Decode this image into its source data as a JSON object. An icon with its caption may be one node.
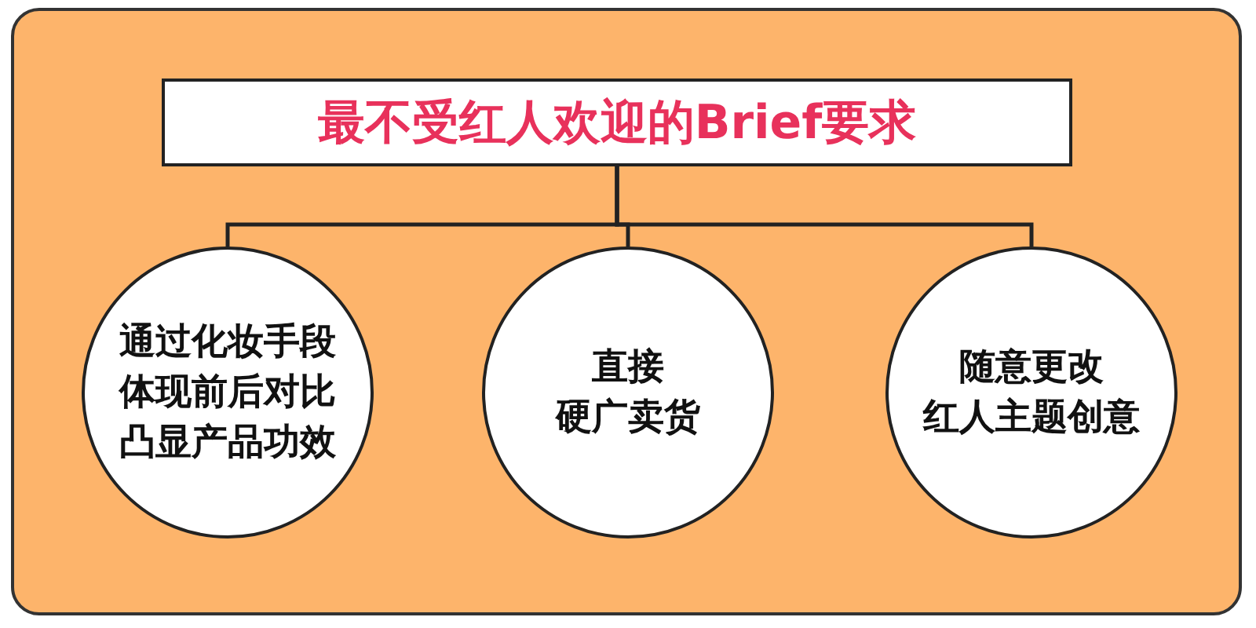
{
  "diagram": {
    "nodes": [
      {
        "text": [
          "最不受红人欢迎的Brief要求"
        ]
      },
      {
        "text": [
          "通过化妆手段体现前后对比凸显产品功效"
        ]
      },
      {
        "text": [
          "直接硬广卖货"
        ]
      },
      {
        "text": [
          "随意更改红人主题创意"
        ]
      }
    ],
    "edges": [
      {
        "from": 0,
        "to": 1,
        "arrow": "none"
      },
      {
        "from": 0,
        "to": 2,
        "arrow": "none"
      },
      {
        "from": 0,
        "to": 3,
        "arrow": "none"
      }
    ]
  }
}
